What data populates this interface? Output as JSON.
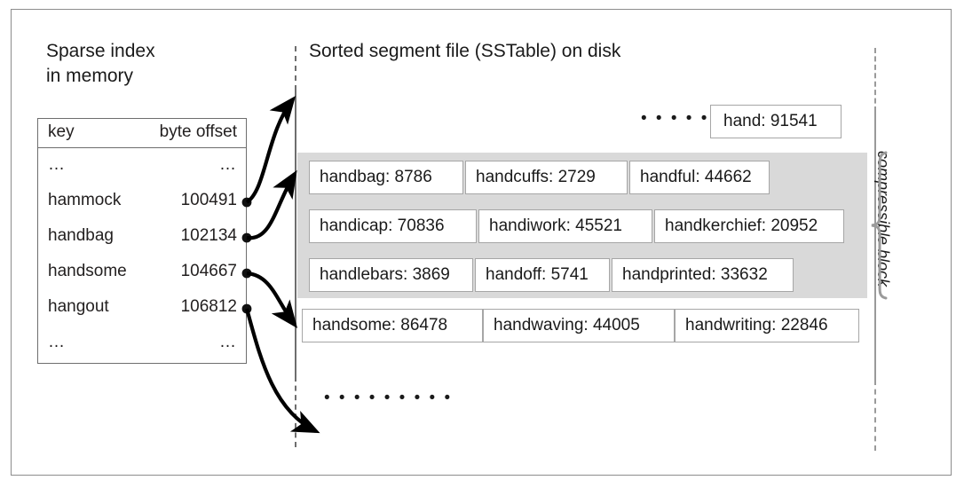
{
  "figure": {
    "left_caption": "Sparse index\nin memory",
    "left_caption_line1": "Sparse index",
    "left_caption_line2": "in memory",
    "right_caption": "Sorted segment file (SSTable) on disk",
    "brace_label": "compressible block"
  },
  "sparse_index": {
    "columns": [
      "key",
      "byte offset"
    ],
    "rows": [
      {
        "key": "…",
        "offset": "…"
      },
      {
        "key": "hammock",
        "offset": "100491"
      },
      {
        "key": "handbag",
        "offset": "102134"
      },
      {
        "key": "handsome",
        "offset": "104667"
      },
      {
        "key": "hangout",
        "offset": "106812"
      },
      {
        "key": "…",
        "offset": "…"
      }
    ]
  },
  "segment_file": {
    "leading_ellipsis": "• • • • • • • • •",
    "trailing_ellipsis": "• • • • • • • • •",
    "top_row": [
      {
        "label": "hand: 91541"
      }
    ],
    "compressible_block_rows": [
      [
        {
          "label": "handbag: 8786"
        },
        {
          "label": "handcuffs: 2729"
        },
        {
          "label": "handful: 44662"
        }
      ],
      [
        {
          "label": "handicap: 70836"
        },
        {
          "label": "handiwork: 45521"
        },
        {
          "label": "handkerchief: 20952"
        }
      ],
      [
        {
          "label": "handlebars: 3869"
        },
        {
          "label": "handoff: 5741"
        },
        {
          "label": "handprinted: 33632"
        }
      ]
    ],
    "bottom_row": [
      {
        "label": "handsome: 86478"
      },
      {
        "label": "handwaving: 44005"
      },
      {
        "label": "handwriting: 22846"
      }
    ]
  },
  "colors": {
    "frame": "#8c8c8c",
    "block_fill": "#d9d9d9",
    "entry_border": "#a6a6a6",
    "text": "#1a1a1a",
    "arrow": "#000000",
    "guide_line": "#6e6e6e",
    "brace": "#9a9a9a"
  }
}
